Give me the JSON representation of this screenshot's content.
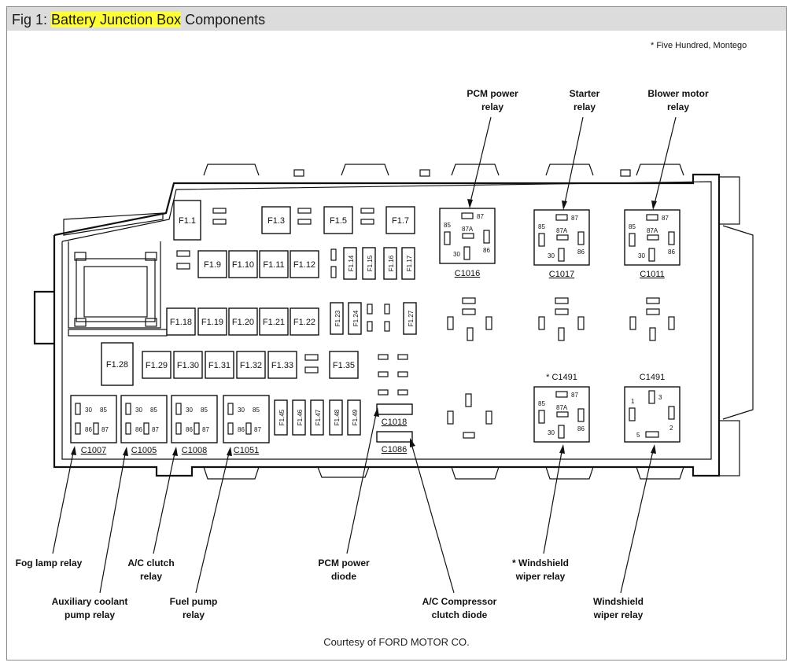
{
  "caption": {
    "prefix": "Fig 1: ",
    "highlight": "Battery Junction Box",
    "suffix": " Components"
  },
  "footnote": "*  Five Hundred, Montego",
  "credit": "Courtesy of FORD MOTOR CO.",
  "colors": {
    "highlight": "#ffff33",
    "caption_bar": "#dcdcdc",
    "line": "#111111"
  },
  "fuses_row1": [
    "F1.1",
    "F1.3",
    "F1.5",
    "F1.7"
  ],
  "fuses_row2": [
    "F1.9",
    "F1.10",
    "F1.11",
    "F1.12"
  ],
  "fuses_row2_vertical": [
    "F1.14",
    "F1.15",
    "F1.16",
    "F1.17"
  ],
  "fuses_row3": [
    "F1.18",
    "F1.19",
    "F1.20",
    "F1.21",
    "F1.22"
  ],
  "fuses_row3_vertical": [
    "F1.23",
    "F1.24",
    "F1.27"
  ],
  "fuses_row4": [
    "F1.28",
    "F1.29",
    "F1.30",
    "F1.31",
    "F1.32",
    "F1.33",
    "F1.35"
  ],
  "fuses_row5_vertical": [
    "F1.45",
    "F1.46",
    "F1.47",
    "F1.48",
    "F1.49"
  ],
  "connectors": {
    "c1007": "C1007",
    "c1005": "C1005",
    "c1008": "C1008",
    "c1051": "C1051",
    "c1018": "C1018",
    "c1086": "C1086",
    "c1016": "C1016",
    "c1017": "C1017",
    "c1011": "C1011",
    "c1491_star": "* C1491",
    "c1491": "C1491"
  },
  "relay_pins": {
    "p87": "87",
    "p87a": "87A",
    "p85": "85",
    "p86": "86",
    "p30": "30"
  },
  "wiper_pins": {
    "p1": "1",
    "p2": "2",
    "p3": "3",
    "p5": "5"
  },
  "callouts": {
    "pcm_power_relay": [
      "PCM power",
      "relay"
    ],
    "starter_relay": [
      "Starter",
      "relay"
    ],
    "blower_motor_relay": [
      "Blower motor",
      "relay"
    ],
    "fog_lamp_relay": [
      "Fog lamp relay"
    ],
    "ac_clutch_relay": [
      "A/C clutch",
      "relay"
    ],
    "aux_coolant_pump_relay": [
      "Auxiliary coolant",
      "pump relay"
    ],
    "fuel_pump_relay": [
      "Fuel pump",
      "relay"
    ],
    "pcm_power_diode": [
      "PCM power",
      "diode"
    ],
    "ac_compressor_clutch_diode": [
      "A/C Compressor",
      "clutch diode"
    ],
    "windshield_wiper_relay_star": [
      "* Windshield",
      "wiper relay"
    ],
    "windshield_wiper_relay": [
      "Windshield",
      "wiper relay"
    ]
  }
}
